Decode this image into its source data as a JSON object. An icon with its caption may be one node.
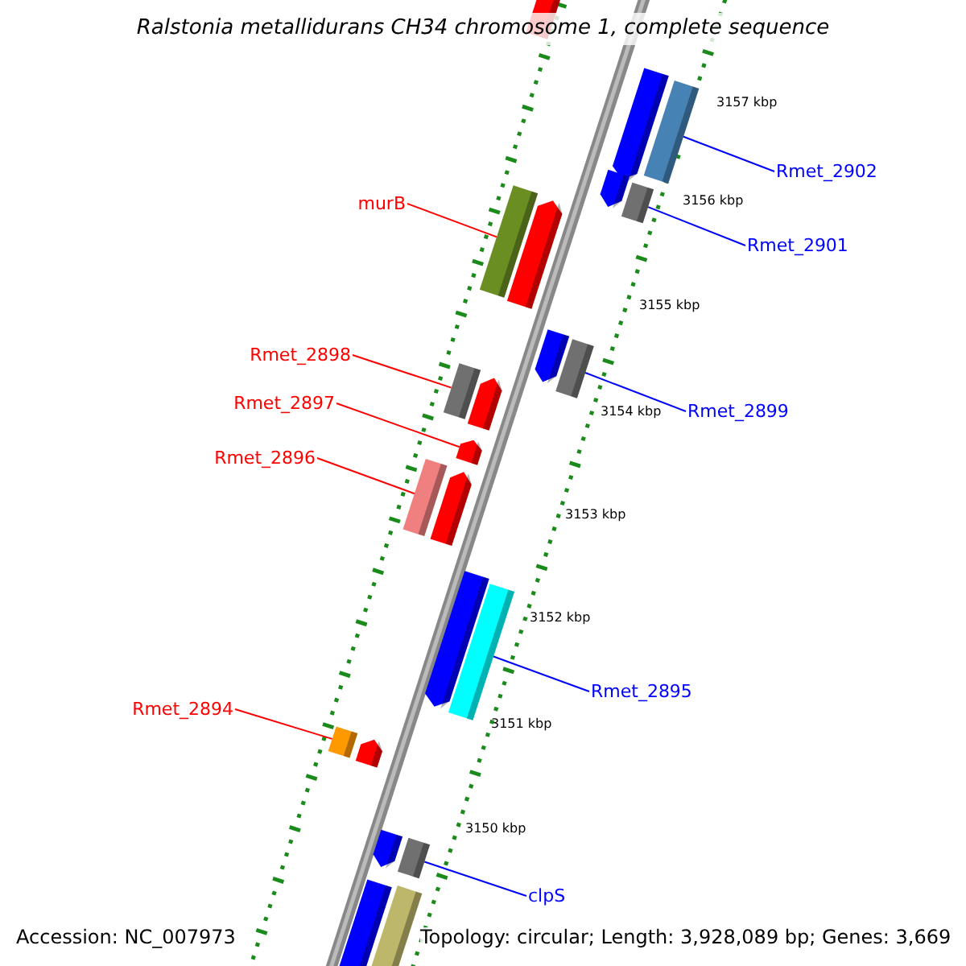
{
  "diagram": {
    "title": "Ralstonia metallidurans CH34 chromosome 1, complete sequence",
    "nodes": [
      {
        "text": [
          "murB"
        ]
      },
      {
        "text": [
          "Rmet_2898"
        ]
      },
      {
        "text": [
          "Rmet_2897"
        ]
      },
      {
        "text": [
          "Rmet_2896"
        ]
      },
      {
        "text": [
          "Rmet_2894"
        ]
      },
      {
        "text": [
          "Rmet_2902"
        ]
      },
      {
        "text": [
          "Rmet_2901"
        ]
      },
      {
        "text": [
          "Rmet_2899"
        ]
      },
      {
        "text": [
          "Rmet_2895"
        ]
      },
      {
        "text": [
          "clpS"
        ]
      },
      {
        "text": [],
        "shape": "bar"
      },
      {
        "text": [],
        "shape": "bar"
      },
      {
        "text": [],
        "shape": "bar"
      },
      {
        "text": [],
        "shape": "bar"
      },
      {
        "text": [],
        "shape": "bar"
      },
      {
        "text": [],
        "shape": "bar"
      },
      {
        "text": [],
        "shape": "bar"
      },
      {
        "text": [],
        "shape": "bar"
      },
      {
        "text": [],
        "shape": "bar"
      },
      {
        "text": [],
        "shape": "bar"
      },
      {
        "text": [],
        "shape": "bar"
      },
      {
        "text": [],
        "shape": "bar"
      },
      {
        "text": [],
        "shape": "bar"
      },
      {
        "text": [],
        "shape": "bar"
      },
      {
        "text": [],
        "shape": "bar"
      },
      {
        "text": [],
        "shape": "bar"
      },
      {
        "text": [],
        "shape": "bar"
      },
      {
        "text": [],
        "shape": "bar"
      },
      {
        "text": [],
        "shape": "bar"
      },
      {
        "text": [],
        "shape": "bar"
      },
      {
        "text": [],
        "shape": "bar"
      },
      {
        "text": [],
        "shape": "bar"
      }
    ],
    "edges": [
      {
        "from": 0,
        "to": 15,
        "arrow": "none",
        "color": "#ff0000"
      },
      {
        "from": 1,
        "to": 19,
        "arrow": "none",
        "color": "#ff0000"
      },
      {
        "from": 2,
        "to": 21,
        "arrow": "none",
        "color": "#ff0000"
      },
      {
        "from": 3,
        "to": 22,
        "arrow": "none",
        "color": "#ff0000"
      },
      {
        "from": 4,
        "to": 26,
        "arrow": "none",
        "color": "#ff0000"
      },
      {
        "from": 5,
        "to": 12,
        "arrow": "none",
        "color": "#0000ff"
      },
      {
        "from": 6,
        "to": 14,
        "arrow": "none",
        "color": "#0000ff"
      },
      {
        "from": 7,
        "to": 18,
        "arrow": "none",
        "color": "#0000ff"
      },
      {
        "from": 8,
        "to": 25,
        "arrow": "none",
        "color": "#0000ff"
      },
      {
        "from": 9,
        "to": 29,
        "arrow": "none",
        "color": "#0000ff"
      }
    ],
    "labels": [
      "3157 kbp",
      "3156 kbp",
      "3155 kbp",
      "3154 kbp",
      "3153 kbp",
      "3152 kbp",
      "3151 kbp",
      "3150 kbp",
      "Accession: NC_007973",
      "Topology: circular; Length: 3,928,089 bp; Genes: 3,669"
    ]
  }
}
